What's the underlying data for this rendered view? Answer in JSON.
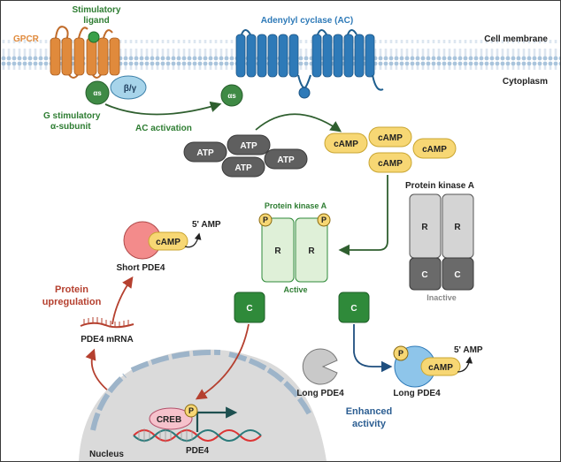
{
  "labels": {
    "gpcr": "GPCR",
    "stim_ligand_1": "Stimulatory",
    "stim_ligand_2": "ligand",
    "adenylyl_cyclase": "Adenylyl cyclase (AC)",
    "cell_membrane": "Cell membrane",
    "cytoplasm": "Cytoplasm",
    "alpha_s": "αs",
    "beta_gamma": "β/γ",
    "g_subunit_1": "G stimulatory",
    "g_subunit_2": "α-subunit",
    "ac_activation": "AC activation",
    "atp": "ATP",
    "camp": "cAMP",
    "protein_kinase_a": "Protein kinase A",
    "r": "R",
    "c": "C",
    "p": "P",
    "active": "Active",
    "inactive": "Inactive",
    "five_amp": "5' AMP",
    "short_pde4": "Short PDE4",
    "protein_upregulation_1": "Protein",
    "protein_upregulation_2": "upregulation",
    "pde4_mrna": "PDE4 mRNA",
    "long_pde4": "Long PDE4",
    "enhanced_activity_1": "Enhanced",
    "enhanced_activity_2": "activity",
    "creb": "CREB",
    "pde4": "PDE4",
    "nucleus": "Nucleus"
  },
  "colors": {
    "gpcr": "#e08a3c",
    "ac": "#2e7ab8",
    "green_label": "#2e7d32",
    "dark_green_arrow": "#2f5f2f",
    "atp": "#5f5f5f",
    "camp_fill": "#f7d774",
    "pka_active_fill": "#dff0d8",
    "c_active": "#2f8a3a",
    "pka_inactive_r": "#d4d4d4",
    "pka_inactive_c": "#6a6a6a",
    "red_arrow": "#b5402f",
    "blue_text": "#2c5e92",
    "short_pde4": "#f38b8b",
    "long_pde4": "#8ec5ea",
    "nucleus_fill": "#dadada",
    "creb_fill": "#f6c2cc"
  }
}
